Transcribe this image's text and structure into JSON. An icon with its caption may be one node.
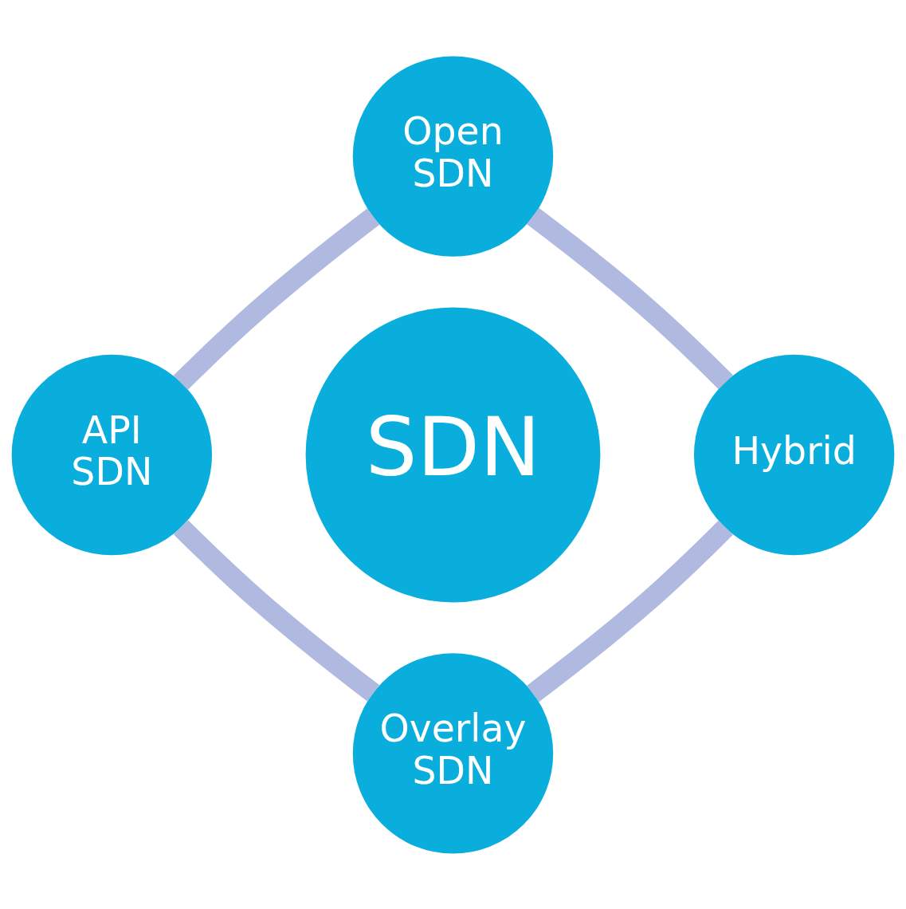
{
  "diagram": {
    "nodes": [
      {
        "text": [
          "Open SDN"
        ]
      },
      {
        "text": [
          "API SDN"
        ]
      },
      {
        "text": [
          "SDN"
        ]
      },
      {
        "text": [
          "Hybrid"
        ]
      },
      {
        "text": [
          "Overlay SDN"
        ]
      }
    ],
    "edges": [
      {
        "from": 0,
        "to": 3,
        "arrow": "none"
      },
      {
        "from": 3,
        "to": 4,
        "arrow": "none"
      },
      {
        "from": 4,
        "to": 1,
        "arrow": "none"
      },
      {
        "from": 1,
        "to": 0,
        "arrow": "none"
      }
    ]
  }
}
